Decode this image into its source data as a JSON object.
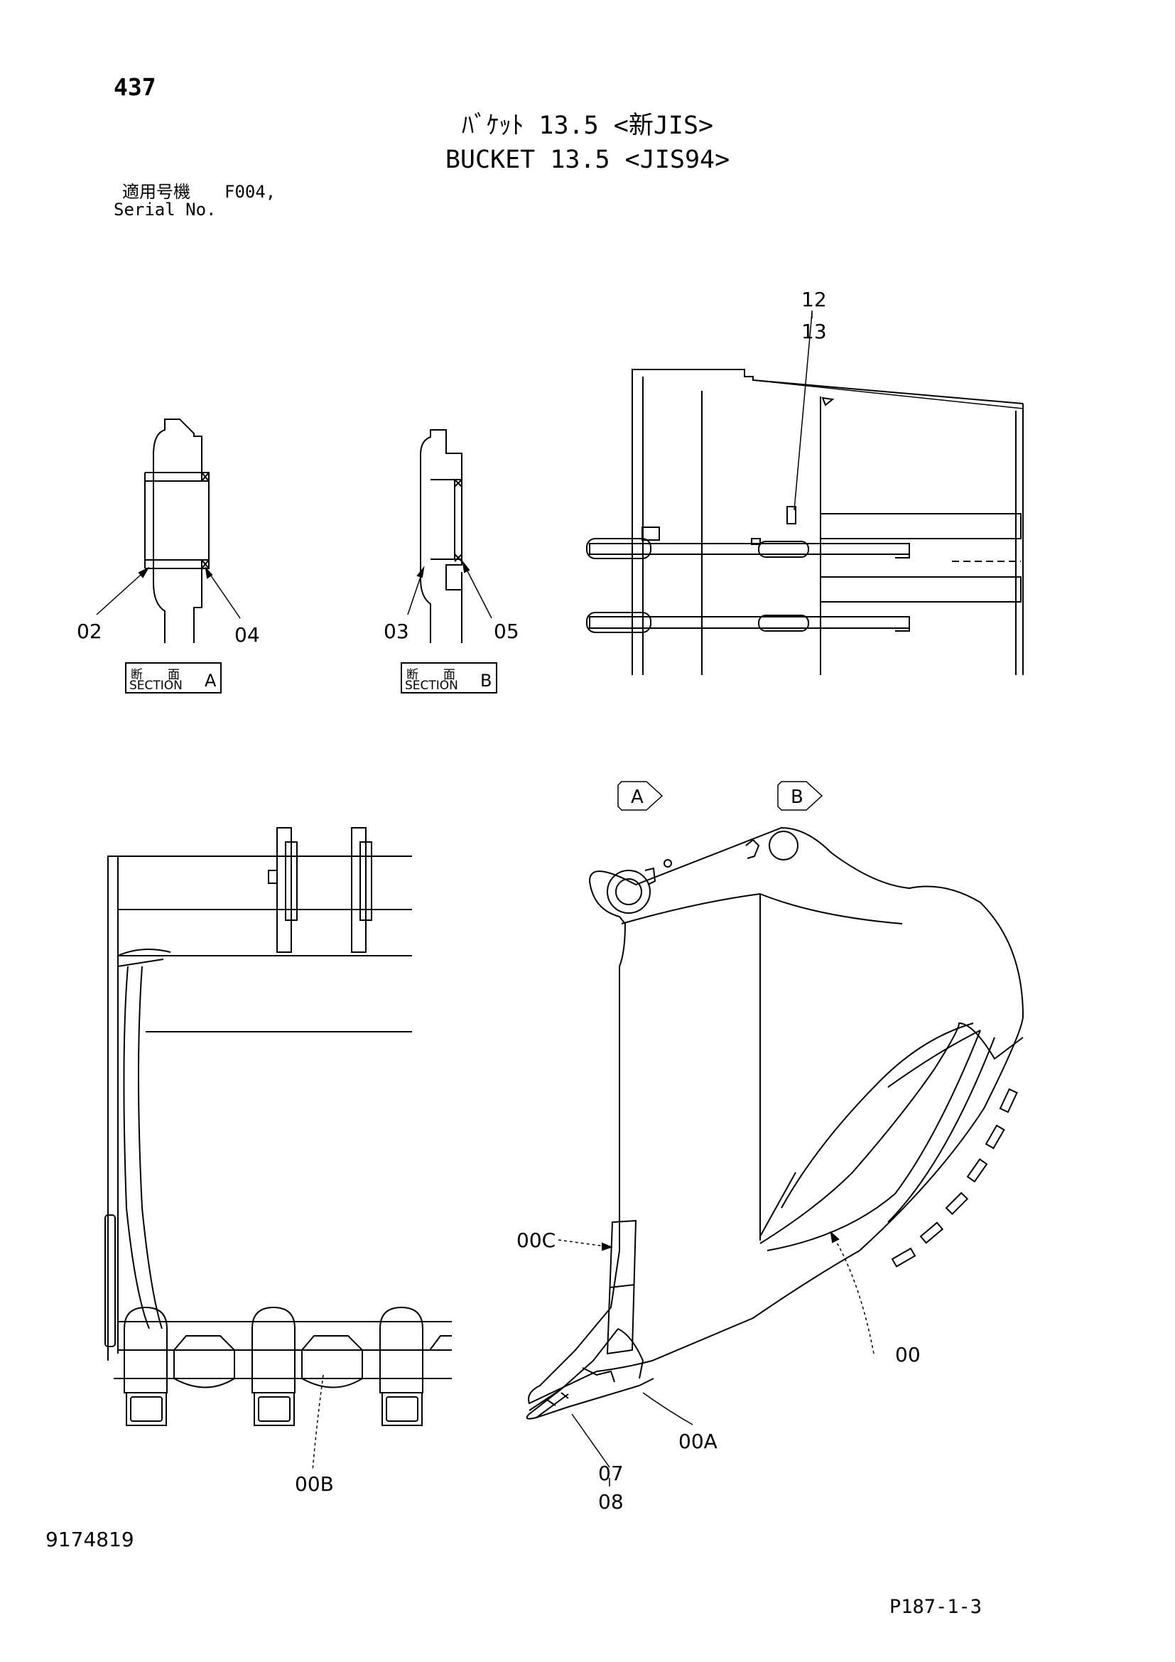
{
  "page_number": "437",
  "title_jp": "ﾊﾞｹｯﾄ 13.5 <新JIS>",
  "title_en": "BUCKET 13.5 <JIS94>",
  "applicable_label": "適用号機",
  "applicable_value": "F004,",
  "serial_label": "Serial No.",
  "callouts": {
    "c12": "12",
    "c13": "13",
    "c02": "02",
    "c04": "04",
    "c03": "03",
    "c05": "05",
    "c00C": "00C",
    "c00": "00",
    "c00A": "00A",
    "c00B": "00B",
    "c07": "07",
    "c08": "08"
  },
  "section_a": {
    "jp_left": "断",
    "jp_right": "面",
    "en": "SECTION",
    "letter": "A"
  },
  "section_b": {
    "jp_left": "断",
    "jp_right": "面",
    "en": "SECTION",
    "letter": "B"
  },
  "view_markers": {
    "a": "A",
    "b": "B"
  },
  "drawing_number": "9174819",
  "page_ref": "P187-1-3"
}
